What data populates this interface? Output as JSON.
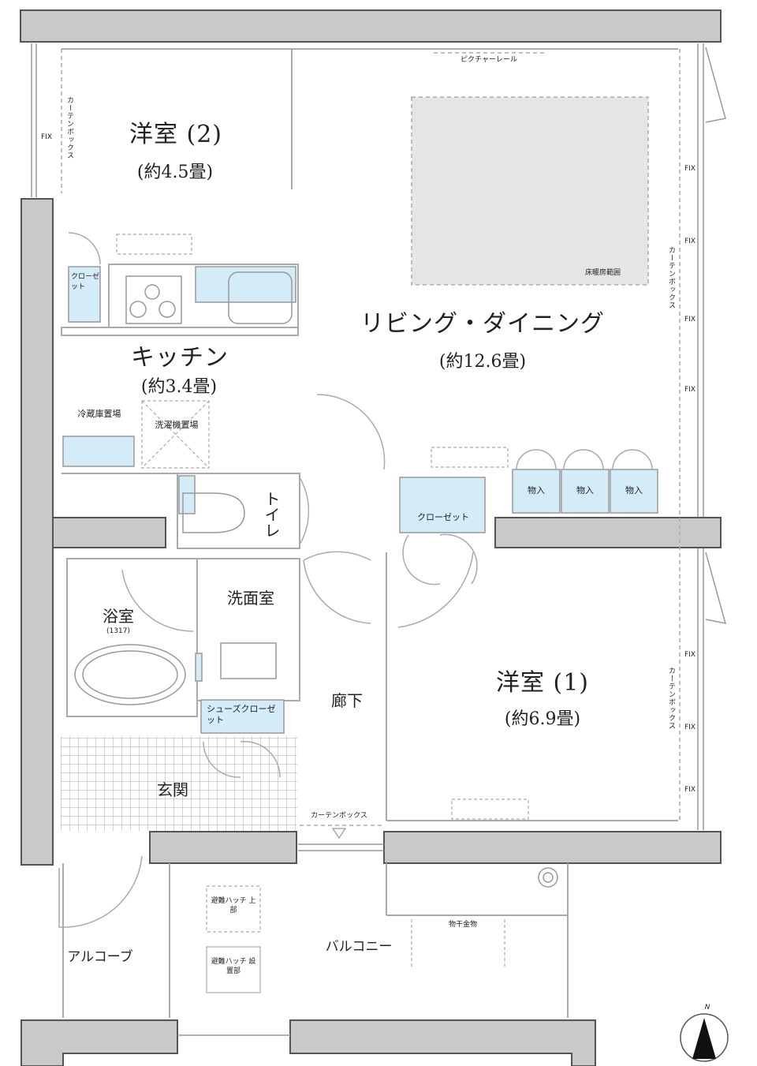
{
  "rooms": {
    "western2": {
      "name": "洋室 (2)",
      "area": "(約4.5畳)"
    },
    "ldk": {
      "name": "リビング・ダイニング",
      "area": "(約12.6畳)"
    },
    "kitchen": {
      "name": "キッチン",
      "area": "(約3.4畳)"
    },
    "western1": {
      "name": "洋室 (1)",
      "area": "(約6.9畳)"
    },
    "bath": {
      "name": "浴室",
      "size": "(1317)"
    },
    "washroom": {
      "name": "洗面室"
    },
    "toilet": {
      "name": "トイレ"
    },
    "hallway": {
      "name": "廊下"
    },
    "entrance": {
      "name": "玄関"
    },
    "alcove": {
      "name": "アルコーブ"
    },
    "balcony": {
      "name": "バルコニー"
    }
  },
  "storage": {
    "closet_small": "クローゼット",
    "closet_w1": "クローゼット",
    "shoe_closet": "シューズクローゼット",
    "monoire": [
      "物入",
      "物入",
      "物入"
    ],
    "fridge": "冷蔵庫置場",
    "washer": "洗濯機置場"
  },
  "annotations": {
    "picture_rail": "ピクチャーレール",
    "floor_heating": "床暖房範囲",
    "curtain_box": "カーテンボックス",
    "fix": "FIX",
    "hatch_upper": "避難ハッチ 上部",
    "hatch_lower": "避難ハッチ 設置部",
    "drying_hardware": "物干金物",
    "north": "N"
  },
  "colors": {
    "wall": "#c8c9cb",
    "wall_border": "#555555",
    "storage_fill": "#d3ecf8",
    "floor_heat": "#e4e5e7",
    "line": "#999999"
  }
}
